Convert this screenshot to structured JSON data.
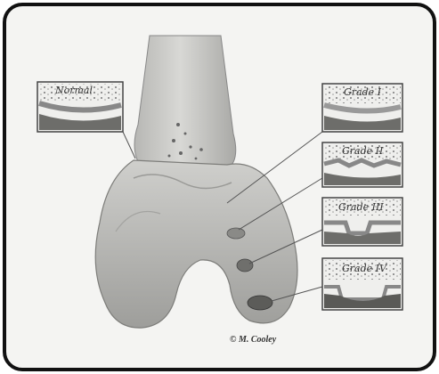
{
  "figure": {
    "inset_labels": {
      "normal": "Normal",
      "grade_1": "Grade I",
      "grade_2": "Grade II",
      "grade_3": "Grade III",
      "grade_4": "Grade IV"
    },
    "credit": "© M. Cooley"
  },
  "colors": {
    "frame": "#111111",
    "background": "#f4f4f2",
    "bone": "#cfcfcc",
    "cartilage": "#e8e8e6",
    "subchondral": "#7a7a78"
  }
}
